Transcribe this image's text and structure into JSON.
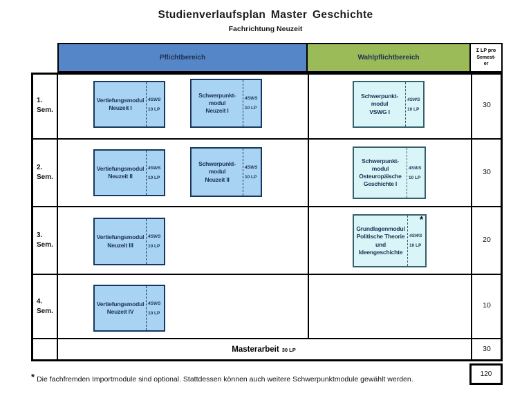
{
  "title": "Studienverlaufsplan Master Geschichte",
  "subtitle": "Fachrichtung Neuzeit",
  "header": {
    "pflichtbereich": "Pflichtbereich",
    "wahlpflichtbereich": "Wahlpflichtbereich",
    "sum_lines": [
      "Σ LP pro",
      "Semest-",
      "er"
    ]
  },
  "colors": {
    "pflicht_header_bg": "#5586c8",
    "wahlpflicht_header_bg": "#9bbb59",
    "module_blue_bg": "#a9d3f2",
    "module_cyan_bg": "#daf5f7"
  },
  "semesters": [
    {
      "label_lines": [
        "1.",
        "Sem."
      ],
      "sum_lp": "30",
      "modules": [
        {
          "lines": [
            "Vertiefungsmodul",
            "Neuzeit I"
          ],
          "sws": "4SWS",
          "lp": "10 LP"
        },
        {
          "lines": [
            "Schwerpunkt-",
            "modul",
            "Neuzeit I"
          ],
          "sws": "4SWS",
          "lp": "10 LP"
        },
        {
          "lines": [
            "Schwerpunkt-",
            "modul",
            "VSWG I"
          ],
          "sws": "4SWS",
          "lp": "10 LP"
        }
      ]
    },
    {
      "label_lines": [
        "2.",
        "Sem."
      ],
      "sum_lp": "30",
      "modules": [
        {
          "lines": [
            "Vertiefungsmodul",
            "Neuzeit II"
          ],
          "sws": "4SWS",
          "lp": "10 LP"
        },
        {
          "lines": [
            "Schwerpunkt-",
            "modul",
            "Neuzeit II"
          ],
          "sws": "4SWS",
          "lp": "10 LP"
        },
        {
          "lines": [
            "Schwerpunkt-",
            "modul",
            "Osteuropäische",
            "Geschichte I"
          ],
          "sws": "4SWS",
          "lp": "10 LP"
        }
      ]
    },
    {
      "label_lines": [
        "3.",
        "Sem."
      ],
      "sum_lp": "20",
      "modules": [
        {
          "lines": [
            "Vertiefungsmodul",
            "Neuzeit III"
          ],
          "sws": "4SWS",
          "lp": "10 LP"
        },
        {
          "lines": [
            "Grundlagenmodul",
            "Politische Theorie",
            "und",
            "Ideengeschichte"
          ],
          "sws": "4SWS",
          "lp": "10 LP",
          "asterisk": "*"
        }
      ]
    },
    {
      "label_lines": [
        "4.",
        "Sem."
      ],
      "sum_lp": "10",
      "modules": [
        {
          "lines": [
            "Vertiefungsmodul",
            "Neuzeit IV"
          ],
          "sws": "4SWS",
          "lp": "10 LP"
        }
      ]
    }
  ],
  "masterarbeit": {
    "label": "Masterarbeit",
    "lp": "30 LP",
    "sum_lp": "30"
  },
  "total_lp": "120",
  "footnote": {
    "marker": "*",
    "text": "Die fachfremden Importmodule  sind optional. Stattdessen können  auch weitere Schwerpunktmodule  gewählt werden."
  }
}
